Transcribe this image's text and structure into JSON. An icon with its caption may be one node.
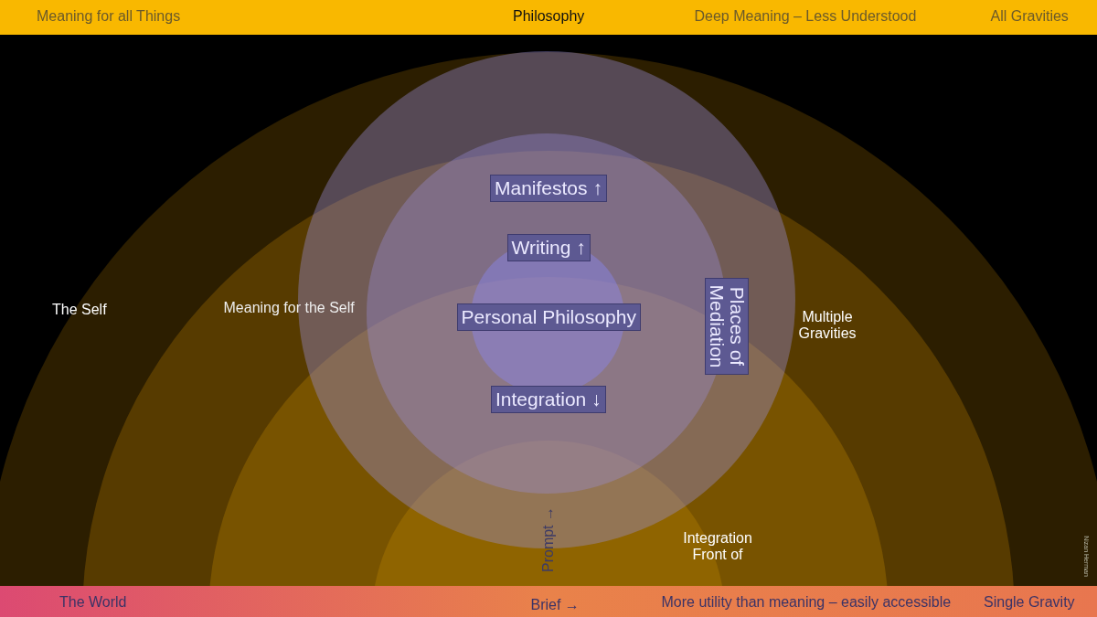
{
  "diagram": {
    "nodes": [
      {
        "text": [
          "Manifestos ↑"
        ]
      },
      {
        "text": [
          "Writing ↑"
        ]
      },
      {
        "text": [
          "Personal Philosophy"
        ]
      },
      {
        "text": [
          "Integration ↓"
        ]
      },
      {
        "text": [
          "Places of Mediation"
        ]
      }
    ],
    "labels": [
      "Meaning for all Things",
      "Philosophy",
      "Deep Meaning – Less Understood",
      "All Gravities",
      "The Self",
      "Meaning for the Self",
      "Multiple Gravities",
      "Prompt →",
      "Integration Front of",
      "Nizan Herman",
      "The World",
      "Brief →",
      "More utility than meaning – easily accessible",
      "Single Gravity"
    ]
  }
}
